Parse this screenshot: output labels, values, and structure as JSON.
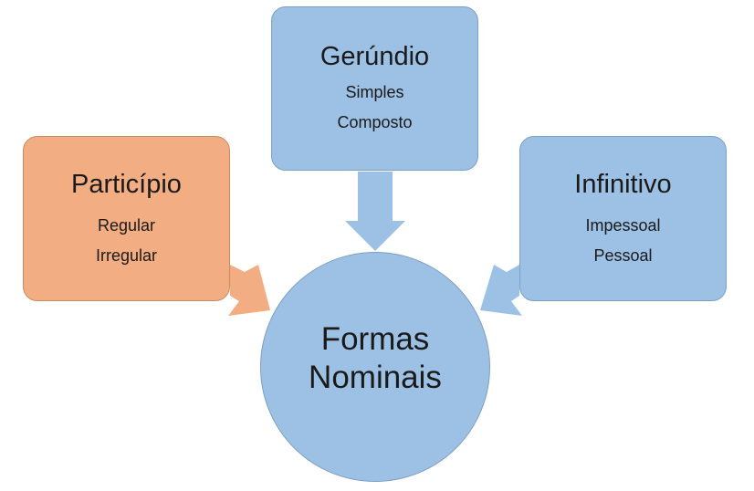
{
  "center": {
    "line1": "Formas",
    "line2": "Nominais"
  },
  "nodes": {
    "participio": {
      "title": "Particípio",
      "items": [
        "Regular",
        "Irregular"
      ]
    },
    "gerundio": {
      "title": "Gerúndio",
      "items": [
        "Simples",
        "Composto"
      ]
    },
    "infinitivo": {
      "title": "Infinitivo",
      "items": [
        "Impessoal",
        "Pessoal"
      ]
    }
  },
  "colors": {
    "blue": "#9dc1e4",
    "orange": "#f2ae82"
  }
}
